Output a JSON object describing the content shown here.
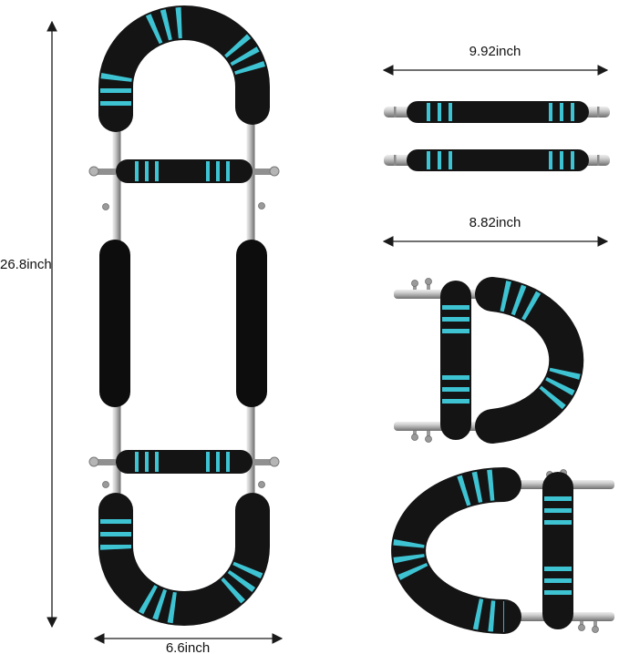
{
  "figure": {
    "dimensions": {
      "height_label": "26.8inch",
      "width_label": "6.6inch",
      "bar_length_label": "9.92inch",
      "folded_width_label": "8.82inch"
    },
    "colors": {
      "foam_black": "#141414",
      "accent_teal": "#3ec3d3",
      "chrome_light": "#ededed",
      "chrome_dark": "#6e6e6e",
      "dimension_line": "#1a1a1a",
      "background": "#ffffff"
    }
  }
}
